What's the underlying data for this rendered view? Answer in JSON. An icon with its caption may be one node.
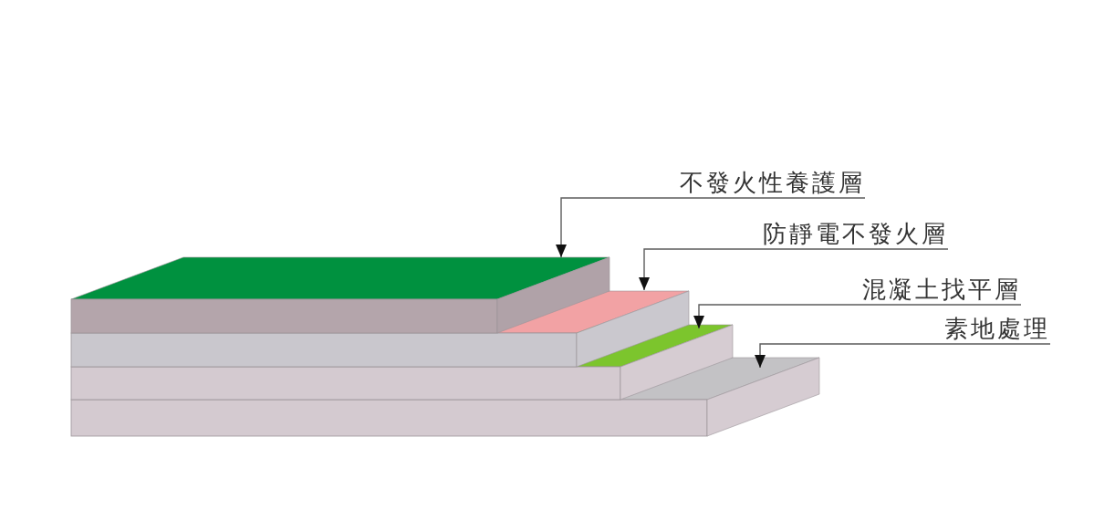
{
  "diagram": {
    "nodes": [
      {
        "text": [
          "不發火性養護層"
        ]
      },
      {
        "text": [
          "防靜電不發火層"
        ]
      },
      {
        "text": [
          "混凝土找平層"
        ]
      },
      {
        "text": [
          "素地處理"
        ]
      },
      {
        "text": [],
        "shape": "box"
      },
      {
        "text": [],
        "shape": "box"
      },
      {
        "text": [],
        "shape": "box"
      },
      {
        "text": [],
        "shape": "box"
      }
    ],
    "edges": [
      {
        "from": 0,
        "to": 4,
        "arrow": "to"
      },
      {
        "from": 1,
        "to": 5,
        "arrow": "to"
      },
      {
        "from": 2,
        "to": 6,
        "arrow": "to"
      },
      {
        "from": 3,
        "to": 7,
        "arrow": "to"
      }
    ]
  }
}
